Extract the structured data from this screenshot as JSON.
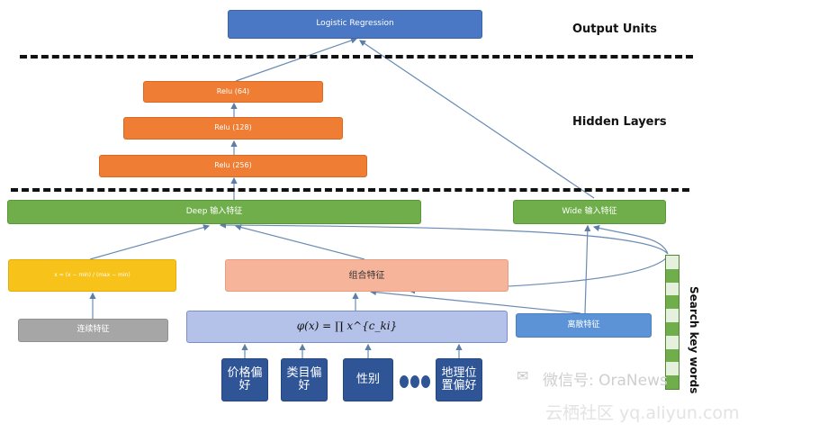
{
  "labels": {
    "output_units": "Output Units",
    "hidden_layers": "Hidden Layers",
    "search_key_words": "Search key words"
  },
  "nodes": {
    "logistic_regression": "Logistic Regression",
    "relu_64": "Relu (64)",
    "relu_128": "Relu (128)",
    "relu_256": "Relu (256)",
    "deep_input": "Deep 输入特征",
    "wide_input": "Wide 输入特征",
    "combo_feature": "组合特征",
    "continuous_feature": "连续特征",
    "discrete_feature": "离散特征",
    "normalize_formula": "x = (x − min) / (max − min)",
    "cross_formula": "φ(x) = ∏ x^{c_ki}"
  },
  "inputs": {
    "price_pref": "价格偏好",
    "category_pref": "类目偏好",
    "gender": "性别",
    "location_pref": "地理位置偏好"
  },
  "watermark": {
    "wechat": "微信号: OraNews",
    "site": "云栖社区 yq.aliyun.com"
  },
  "colors": {
    "output": "#4a78c4",
    "hidden": "#ef7d33",
    "input_layer": "#6fae4a",
    "normalize": "#f7c21a",
    "combo": "#f6b59b",
    "continuous": "#a6a6a6",
    "cross": "#b4c2ea",
    "discrete": "#5b93d6",
    "raw_input": "#2f5597",
    "keyword_strip": "#6fae4a"
  }
}
